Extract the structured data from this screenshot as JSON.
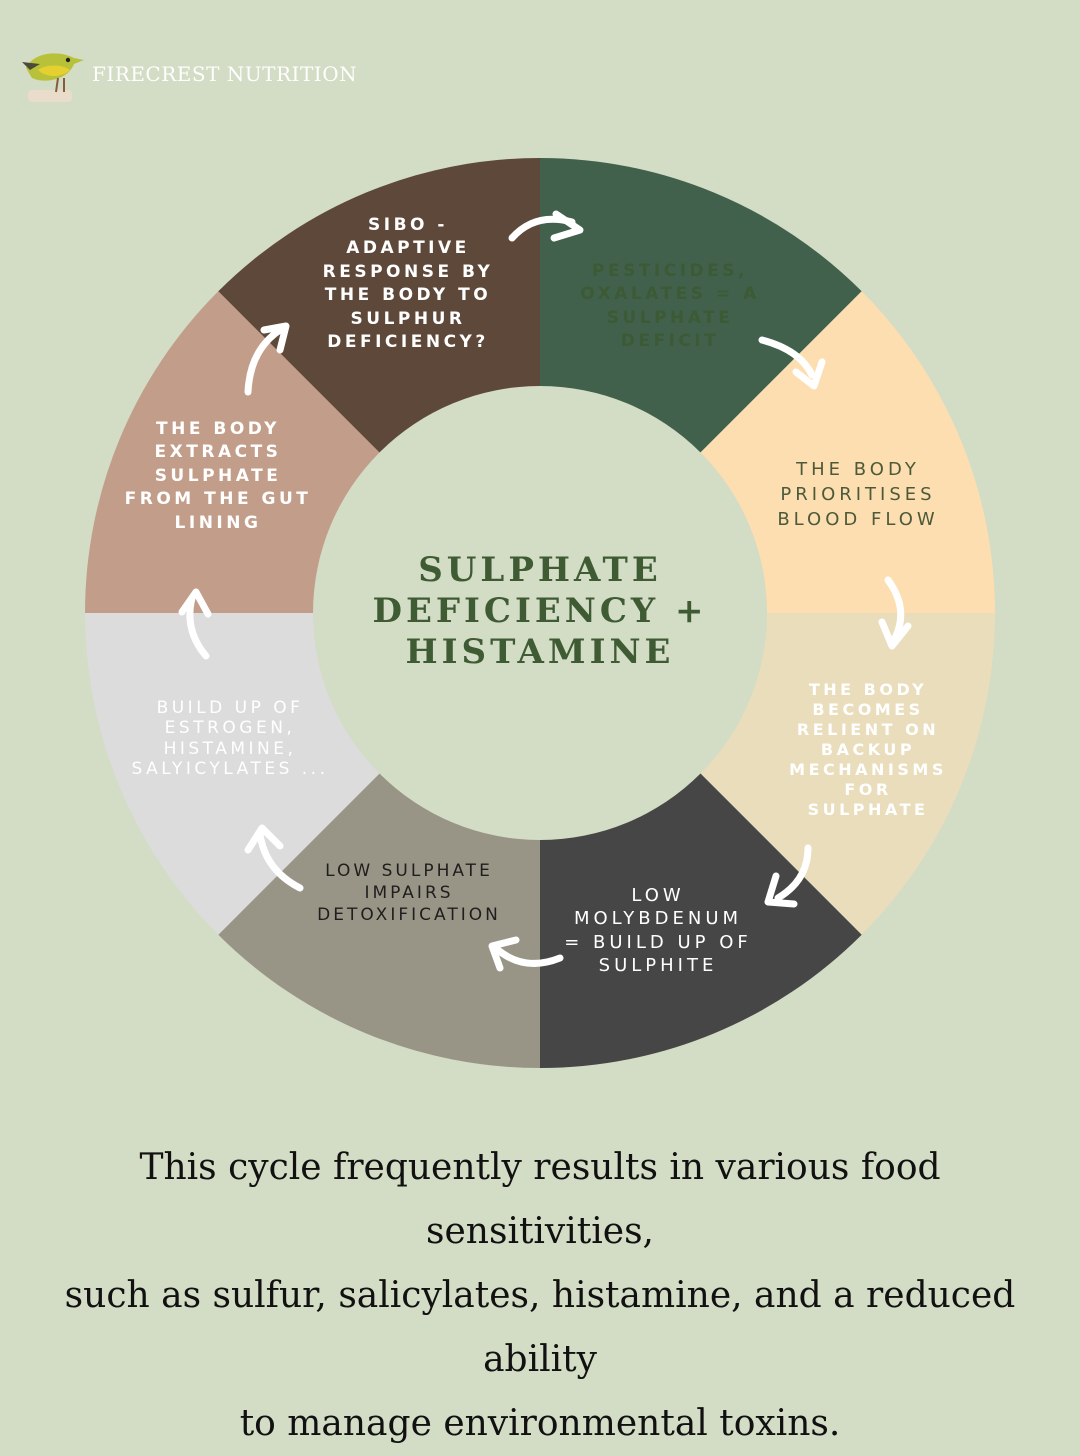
{
  "brand": {
    "name": "FIRECREST NUTRITION",
    "logo": "firecrest-bird-logo"
  },
  "title": {
    "line1": "SULPHATE",
    "line2": "DEFICIENCY +",
    "line3": "HISTAMINE"
  },
  "segments": [
    {
      "lines": [
        "SIBO -",
        "ADAPTIVE",
        "RESPONSE BY",
        "THE BODY TO",
        "SULPHUR",
        "DEFICIENCY?"
      ],
      "color": "#41614d"
    },
    {
      "lines": [
        "PESTICIDES,",
        "OXALATES = A",
        "SULPHATE",
        "DEFICIT"
      ],
      "color": "#fcdeb0"
    },
    {
      "lines": [
        "THE BODY",
        "PRIORITISES",
        "BLOOD FLOW"
      ],
      "color": "#e9ddbb"
    },
    {
      "lines": [
        "THE BODY",
        "BECOMES",
        "RELIENT ON",
        "BACKUP",
        "MECHANISMS",
        "FOR",
        "SULPHATE"
      ],
      "color": "#464646"
    },
    {
      "lines": [
        "LOW",
        "MOLYBDENUM",
        "= BUILD UP OF",
        "SULPHITE"
      ],
      "color": "#999586"
    },
    {
      "lines": [
        "LOW SULPHATE",
        "IMPAIRS",
        "DETOXIFICATION"
      ],
      "color": "#dcdcdc"
    },
    {
      "lines": [
        "BUILD UP OF",
        "ESTROGEN,",
        "HISTAMINE,",
        "SALYICYLATES ..."
      ],
      "color": "#c29e8a"
    },
    {
      "lines": [
        "THE BODY",
        "EXTRACTS",
        "SULPHATE",
        "FROM THE GUT",
        "LINING"
      ],
      "color": "#5e483a"
    }
  ],
  "caption": {
    "line1": "This cycle frequently results in various food sensitivities,",
    "line2": "such as sulfur, salicylates, histamine, and a reduced ability",
    "line3": "to manage environmental toxins."
  },
  "colors": {
    "background": "#d3dcc4",
    "inner": "#d3dcc4",
    "title": "#3e5b34",
    "arrow": "#ffffff"
  }
}
